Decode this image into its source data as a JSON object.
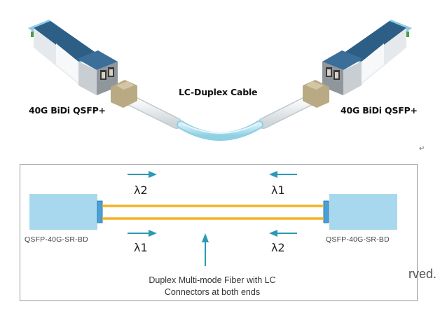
{
  "top_illustration": {
    "left_transceiver_label": "40G BiDi QSFP+",
    "right_transceiver_label": "40G BiDi QSFP+",
    "cable_label": "LC-Duplex Cable",
    "paragraph_mark": "↵"
  },
  "schematic": {
    "left_module_label": "QSFP-40G-SR-BD",
    "right_module_label": "QSFP-40G-SR-BD",
    "top_left_wavelength": "λ2",
    "top_right_wavelength": "λ1",
    "bottom_left_wavelength": "λ1",
    "bottom_right_wavelength": "λ2",
    "top_left_arrow_direction": "right",
    "top_right_arrow_direction": "left",
    "bottom_left_arrow_direction": "right",
    "bottom_right_arrow_direction": "left",
    "fiber_caption_line1": "Duplex Multi-mode Fiber with LC",
    "fiber_caption_line2": "Connectors at both ends"
  },
  "overflow_text": "rved.",
  "colors": {
    "module_fill": "#a8d8ee",
    "connector_fill": "#4a9fd4",
    "fiber": "#f2b32a",
    "arrow": "#2a9ab5",
    "transceiver_body": "#2d5f86",
    "lc_connector": "#b9aa84",
    "cable_jacket": "#a9dcea"
  }
}
